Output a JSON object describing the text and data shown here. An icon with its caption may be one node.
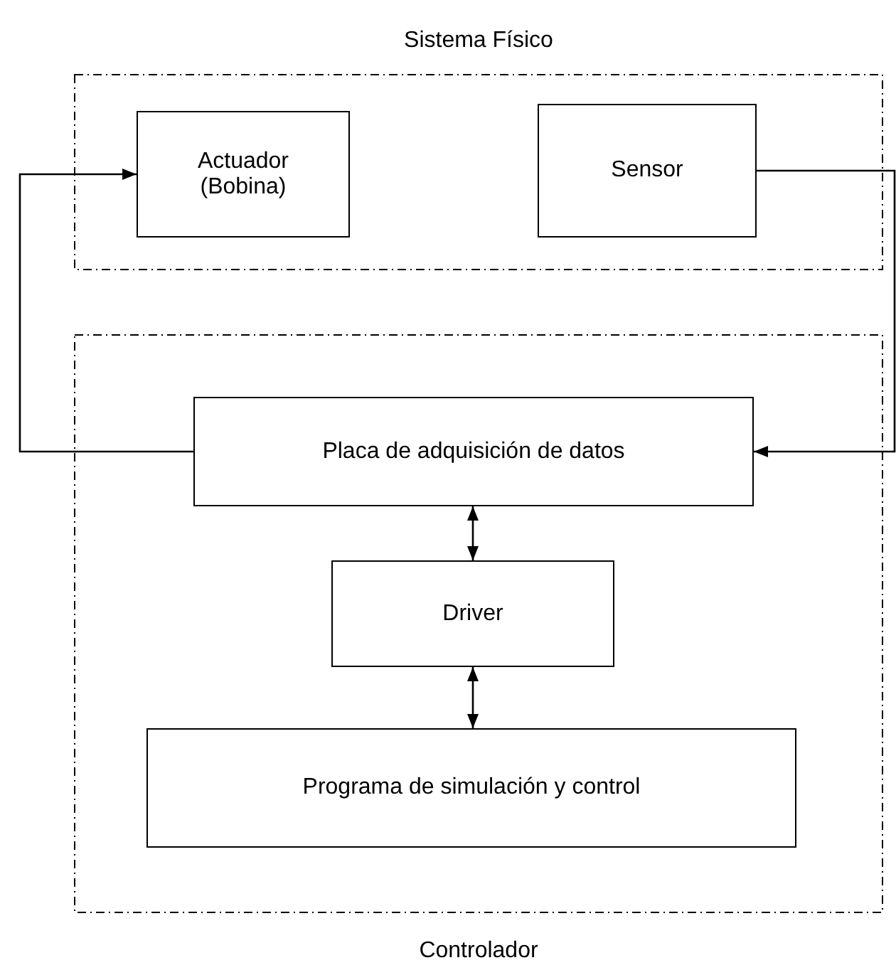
{
  "diagram": {
    "nodes": [
      {
        "text": [
          "Sistema Físico"
        ]
      },
      {
        "text": [
          "Actuador (Bobina)"
        ],
        "in": 0
      },
      {
        "text": [
          "Sensor"
        ],
        "in": 0
      },
      {
        "text": [
          "Controlador"
        ]
      },
      {
        "text": [
          "Placa de adquisición de datos"
        ],
        "in": 3
      },
      {
        "text": [
          "Driver"
        ],
        "in": 3
      },
      {
        "text": [
          "Programa de simulación y control"
        ],
        "in": 3
      }
    ],
    "edges": [
      {
        "from": 4,
        "to": 1,
        "arrow": "to"
      },
      {
        "from": 2,
        "to": 4,
        "arrow": "to"
      },
      {
        "from": 4,
        "to": 5,
        "arrow": "both"
      },
      {
        "from": 5,
        "to": 6,
        "arrow": "both"
      }
    ]
  }
}
